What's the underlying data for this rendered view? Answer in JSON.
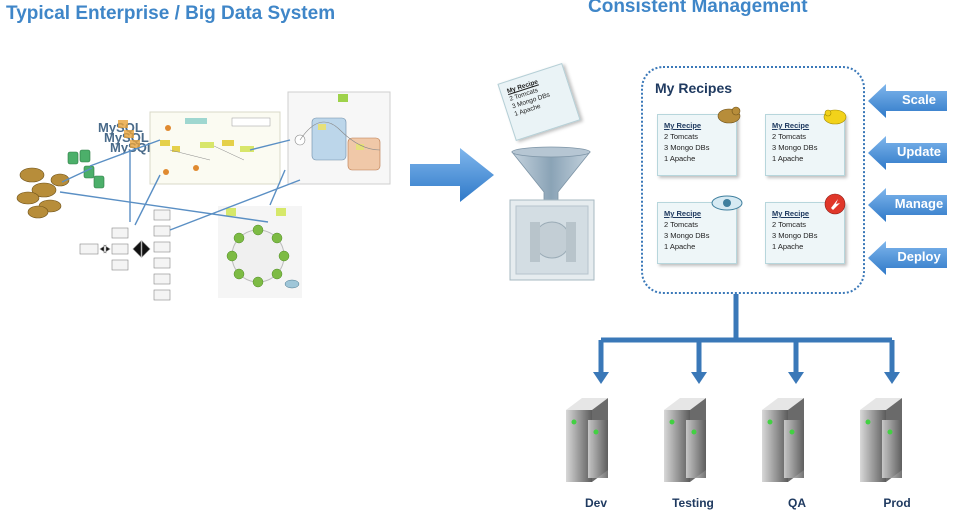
{
  "titles": {
    "left": "Typical  Enterprise / Big Data System",
    "right": "Consistent Management"
  },
  "panel": {
    "title": "My Recipes"
  },
  "recipe": {
    "name": "My Recipe",
    "lines": [
      "2 Tomcats",
      "3 Mongo DBs",
      "1 Apache"
    ]
  },
  "paper": {
    "name": "My Recipe",
    "lines": [
      "2 Tomcats",
      "3 Mongo DBs",
      "1 Apache"
    ]
  },
  "actions": [
    "Scale",
    "Update",
    "Manage",
    "Deploy"
  ],
  "environments": [
    "Dev",
    "Testing",
    "QA",
    "Prod"
  ],
  "colors": {
    "accent": "#3f86c8",
    "arrow": "#4a90d4",
    "tree": "#3a78b8",
    "heading": "#1f3a60"
  },
  "icons": [
    "tomcat-icon",
    "hadoop-icon",
    "cassandra-eye-icon",
    "apache-feather-icon",
    "funnel-icon",
    "server-icon"
  ]
}
